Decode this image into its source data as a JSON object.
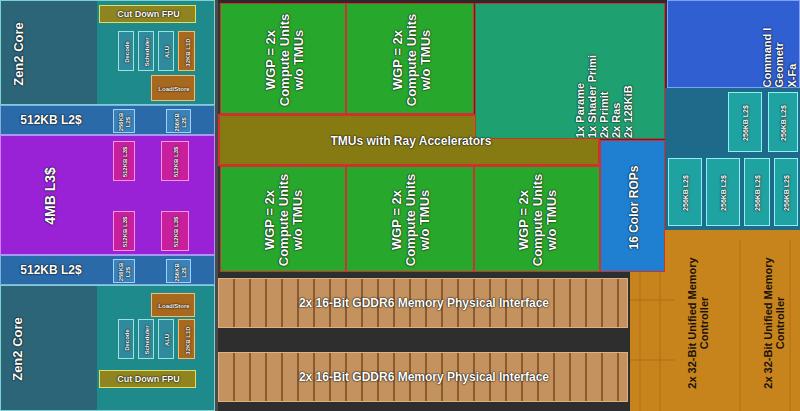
{
  "diagram": {
    "nodes": [
      {
        "text": [
          "Zen2 Core"
        ]
      },
      {
        "text": [
          "Cut Down FPU"
        ],
        "in": 0
      },
      {
        "text": [
          "Decode"
        ],
        "in": 0
      },
      {
        "text": [
          "Scheduler"
        ],
        "in": 0
      },
      {
        "text": [
          "ALU"
        ],
        "in": 0
      },
      {
        "text": [
          "32KB L1D"
        ],
        "in": 0
      },
      {
        "text": [
          "Load/Store"
        ],
        "in": 0
      },
      {
        "text": [
          "512KB L2$"
        ]
      },
      {
        "text": [
          "256KB L2$"
        ],
        "in": 7
      },
      {
        "text": [
          "256KB L2$"
        ],
        "in": 7
      },
      {
        "text": [
          "4MB L3$"
        ]
      },
      {
        "text": [
          "512KB L3$"
        ],
        "in": 10
      },
      {
        "text": [
          "512KB L3$"
        ],
        "in": 10
      },
      {
        "text": [
          "512KB L3$"
        ],
        "in": 10
      },
      {
        "text": [
          "512KB L3$"
        ],
        "in": 10
      },
      {
        "text": [
          "512KB L2$"
        ]
      },
      {
        "text": [
          "256KB L2$"
        ],
        "in": 15
      },
      {
        "text": [
          "256KB L2$"
        ],
        "in": 15
      },
      {
        "text": [
          "Zen2 Core"
        ]
      },
      {
        "text": [
          "Cut Down FPU"
        ],
        "in": 18
      },
      {
        "text": [
          "Decode"
        ],
        "in": 18
      },
      {
        "text": [
          "Scheduler"
        ],
        "in": 18
      },
      {
        "text": [
          "ALU"
        ],
        "in": 18
      },
      {
        "text": [
          "32KB L1D"
        ],
        "in": 18
      },
      {
        "text": [
          "Load/Store"
        ],
        "in": 18
      },
      {
        "text": [
          "WGP = 2x Compute Units w/o TMUs"
        ]
      },
      {
        "text": [
          "WGP = 2x Compute Units w/o TMUs"
        ]
      },
      {
        "text": [
          "TMUs with Ray Accelerators"
        ]
      },
      {
        "text": [
          "WGP = 2x Compute Units w/o TMUs"
        ]
      },
      {
        "text": [
          "WGP = 2x Compute Units w/o TMUs"
        ]
      },
      {
        "text": [
          "WGP = 2x Compute Units w/o TMUs"
        ]
      },
      {
        "text": [
          "1x Parame",
          "1x Shader Primi",
          "2x Primit",
          "2x Ras",
          "2x 128KiB"
        ]
      },
      {
        "text": [
          "16 Color ROPs"
        ]
      },
      {
        "text": [
          "Command I",
          "Geometr",
          "X-Fa"
        ]
      },
      {
        "text": [
          "256KB L2$"
        ]
      },
      {
        "text": [
          "256KB L2$"
        ]
      },
      {
        "text": [
          "256KB L2$"
        ]
      },
      {
        "text": [
          "256KB L2$"
        ]
      },
      {
        "text": [
          "256KB L2$"
        ]
      },
      {
        "text": [
          "256KB L2$"
        ]
      },
      {
        "text": [
          "2x 16-Bit GDDR6 Memory Physical Interface"
        ]
      },
      {
        "text": [
          "2x 16-Bit GDDR6 Memory Physical Interface"
        ]
      },
      {
        "text": [
          "2x 32-Bit Unified Memory Controller"
        ]
      },
      {
        "text": [
          "2x 32-Bit Unified Memory Controller"
        ]
      }
    ]
  }
}
